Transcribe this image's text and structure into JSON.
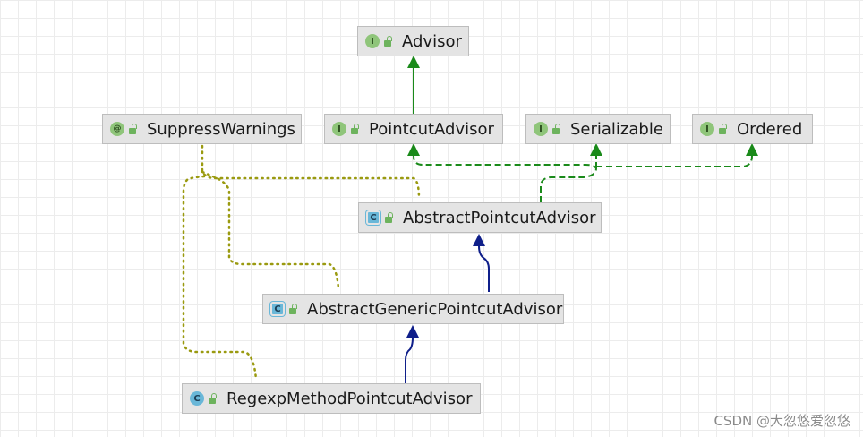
{
  "nodes": {
    "advisor": {
      "name": "Advisor",
      "kind": "I",
      "icon": "interface-icon"
    },
    "suppress_warnings": {
      "name": "SuppressWarnings",
      "kind": "@",
      "icon": "annotation-icon"
    },
    "pointcut_advisor": {
      "name": "PointcutAdvisor",
      "kind": "I",
      "icon": "interface-icon"
    },
    "serializable": {
      "name": "Serializable",
      "kind": "I",
      "icon": "interface-icon"
    },
    "ordered": {
      "name": "Ordered",
      "kind": "I",
      "icon": "interface-icon"
    },
    "abstract_pointcut_advisor": {
      "name": "AbstractPointcutAdvisor",
      "kind": "C",
      "icon": "abstract-class-icon"
    },
    "abstract_generic_pointcut_advisor": {
      "name": "AbstractGenericPointcutAdvisor",
      "kind": "C",
      "icon": "abstract-class-icon"
    },
    "regexp_method_pointcut_advisor": {
      "name": "RegexpMethodPointcutAdvisor",
      "kind": "C",
      "icon": "class-icon"
    }
  },
  "edges": [
    {
      "from": "pointcut_advisor",
      "to": "advisor",
      "relation": "extends"
    },
    {
      "from": "abstract_pointcut_advisor",
      "to": "pointcut_advisor",
      "relation": "implements"
    },
    {
      "from": "abstract_pointcut_advisor",
      "to": "serializable",
      "relation": "implements"
    },
    {
      "from": "abstract_pointcut_advisor",
      "to": "ordered",
      "relation": "implements"
    },
    {
      "from": "abstract_generic_pointcut_advisor",
      "to": "abstract_pointcut_advisor",
      "relation": "extends"
    },
    {
      "from": "regexp_method_pointcut_advisor",
      "to": "abstract_generic_pointcut_advisor",
      "relation": "extends"
    },
    {
      "from": "abstract_pointcut_advisor",
      "to": "suppress_warnings",
      "relation": "annotated"
    },
    {
      "from": "abstract_generic_pointcut_advisor",
      "to": "suppress_warnings",
      "relation": "annotated"
    },
    {
      "from": "regexp_method_pointcut_advisor",
      "to": "suppress_warnings",
      "relation": "annotated"
    }
  ],
  "colors": {
    "extends_interface": "#1a8a1a",
    "implements": "#1a8a1a",
    "extends_class": "#0f1f8a",
    "annotation": "#9a9a10"
  },
  "watermark": "CSDN @大忽悠爱忽悠"
}
